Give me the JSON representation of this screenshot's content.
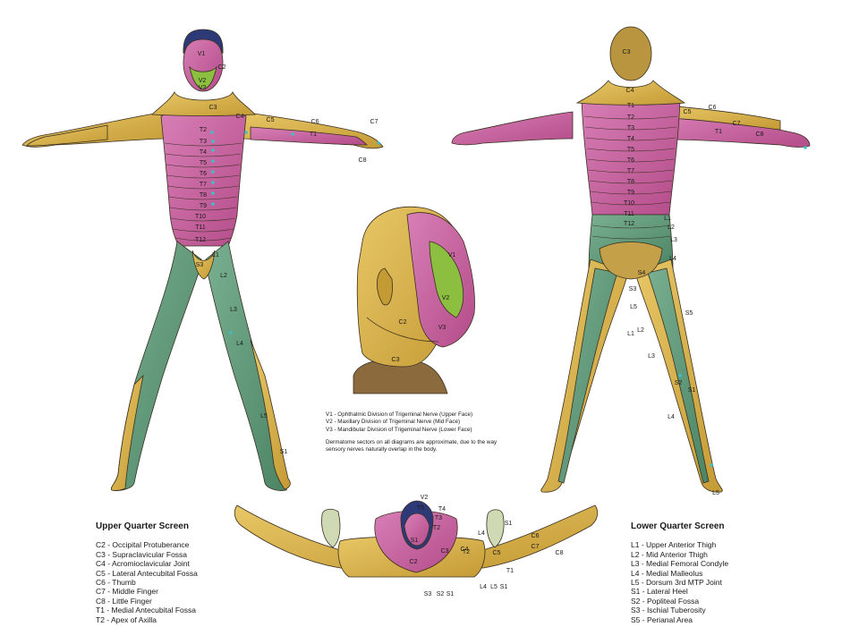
{
  "front": {
    "labels": [
      "V1",
      "C2",
      "V2",
      "V3",
      "C3",
      "C4",
      "C5",
      "C6",
      "C7",
      "C8",
      "T1",
      "T2",
      "T3",
      "T4",
      "T5",
      "T6",
      "T7",
      "T8",
      "T9",
      "T10",
      "T11",
      "T12",
      "S3",
      "L1",
      "L2",
      "L3",
      "L4",
      "L5",
      "S1"
    ]
  },
  "back": {
    "labels": [
      "C3",
      "C4",
      "T1",
      "T2",
      "T3",
      "T4",
      "T5",
      "T6",
      "T7",
      "T8",
      "T9",
      "T10",
      "T11",
      "T12",
      "C5",
      "C6",
      "C7",
      "C8",
      "T1",
      "L1",
      "L2",
      "L3",
      "L4",
      "S4",
      "S3",
      "S5",
      "L5",
      "L1",
      "L2",
      "L3",
      "S2",
      "S1",
      "L4",
      "L5"
    ]
  },
  "head": {
    "labels": [
      "V1",
      "V2",
      "V3",
      "C2",
      "C3"
    ]
  },
  "prone": {
    "labels": [
      "V2",
      "T4",
      "T3",
      "T2",
      "T5",
      "S1",
      "C2",
      "C3",
      "C4",
      "T2",
      "C5",
      "C6",
      "C7",
      "C8",
      "T1",
      "L4",
      "S1",
      "S3",
      "S2",
      "S1",
      "L4",
      "L5",
      "S1"
    ]
  },
  "face_legend": {
    "lines": [
      "V1 - Ophthalmic Division of Trigeminal Nerve  (Upper Face)",
      "V2 - Maxillary Division of Trigeminal Nerve  (Mid Face)",
      "V3 - Mandibular Division of Trigeminal Nerve  (Lower Face)"
    ],
    "note": "Dermatome sectors on all diagrams are approximate, due to the way sensory nerves naturally overlap in the body."
  },
  "upper_quarter": {
    "title": "Upper Quarter Screen",
    "items": [
      "C2 - Occipital Protuberance",
      "C3 - Supraclavicular Fossa",
      "C4 - Acromioclavicular Joint",
      "C5 - Lateral Antecubital Fossa",
      "C6 - Thumb",
      "C7 - Middle Finger",
      "C8 - Little Finger",
      "T1 - Medial Antecubital Fossa",
      "T2 - Apex of Axilla"
    ]
  },
  "lower_quarter": {
    "title": "Lower Quarter Screen",
    "items": [
      "L1 - Upper Anterior Thigh",
      "L2 - Mid Anterior Thigh",
      "L3 - Medial Femoral Condyle",
      "L4 - Medial Malleolus",
      "L5 - Dorsum 3rd MTP Joint",
      "S1 - Lateral Heel",
      "S2 - Popliteal Fossa",
      "S3 - Ischial Tuberosity",
      "S5 - Perianal Area"
    ]
  },
  "colors": {
    "yellow": "#d9b24a",
    "magenta": "#c75a9a",
    "green": "#5f9a78",
    "lime": "#8cbf3f",
    "navy": "#2e3a78",
    "brown": "#8b6a3e",
    "line": "#3a3020",
    "dot": "#3ec0c8"
  }
}
